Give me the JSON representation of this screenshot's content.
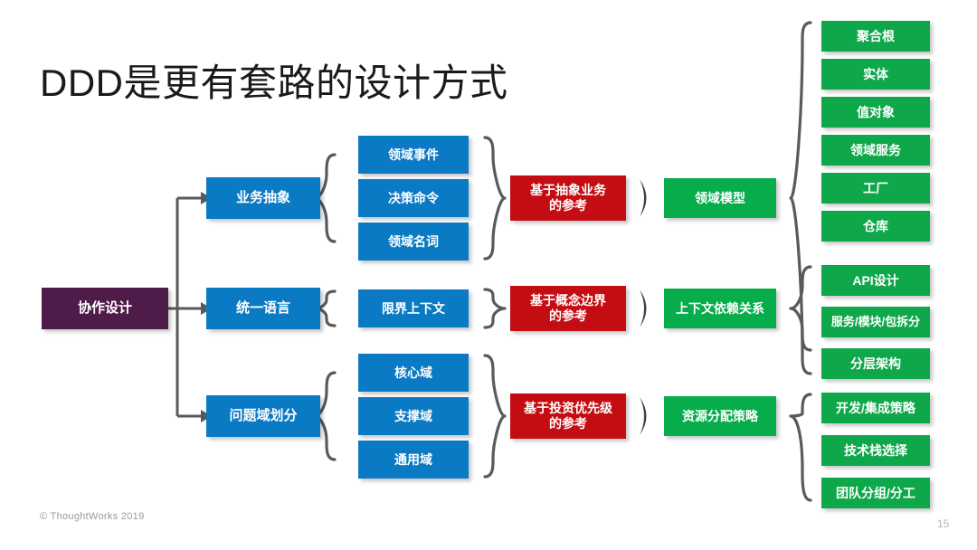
{
  "slide": {
    "title": "DDD是更有套路的设计方式",
    "copyright": "© ThoughtWorks 2019",
    "page_number": "15"
  },
  "colors": {
    "root": "#4f1b49",
    "level2": "#0b7ac4",
    "level3": "#0b7ac4",
    "reference": "#c40d12",
    "outcome": "#07ad4b",
    "leaf": "#0ea84a",
    "connector": "#5a5a5a",
    "title_text": "#1a1a1a",
    "footer_text": "#9a9a9a"
  },
  "diagram": {
    "root": {
      "label": "协作设计"
    },
    "branches": [
      {
        "level2": {
          "label": "业务抽象"
        },
        "level3": [
          {
            "label": "领域事件"
          },
          {
            "label": "决策命令"
          },
          {
            "label": "领域名词"
          }
        ],
        "reference": {
          "line1": "基于抽象业务",
          "line2": "的参考"
        },
        "outcome": {
          "label": "领域模型"
        },
        "leaves": [
          {
            "label": "聚合根"
          },
          {
            "label": "实体"
          },
          {
            "label": "值对象"
          },
          {
            "label": "领域服务"
          },
          {
            "label": "工厂"
          },
          {
            "label": "仓库"
          }
        ]
      },
      {
        "level2": {
          "label": "统一语言"
        },
        "level3": [
          {
            "label": "限界上下文"
          }
        ],
        "reference": {
          "line1": "基于概念边界",
          "line2": "的参考"
        },
        "outcome": {
          "label": "上下文依赖关系"
        },
        "leaves": [
          {
            "label": "API设计"
          },
          {
            "label": "服务/模块/包拆分"
          },
          {
            "label": "分层架构"
          }
        ]
      },
      {
        "level2": {
          "label": "问题域划分"
        },
        "level3": [
          {
            "label": "核心域"
          },
          {
            "label": "支撑域"
          },
          {
            "label": "通用域"
          }
        ],
        "reference": {
          "line1": "基于投资优先级",
          "line2": "的参考"
        },
        "outcome": {
          "label": "资源分配策略"
        },
        "leaves": [
          {
            "label": "开发/集成策略"
          },
          {
            "label": "技术栈选择"
          },
          {
            "label": "团队分组/分工"
          }
        ]
      }
    ]
  }
}
